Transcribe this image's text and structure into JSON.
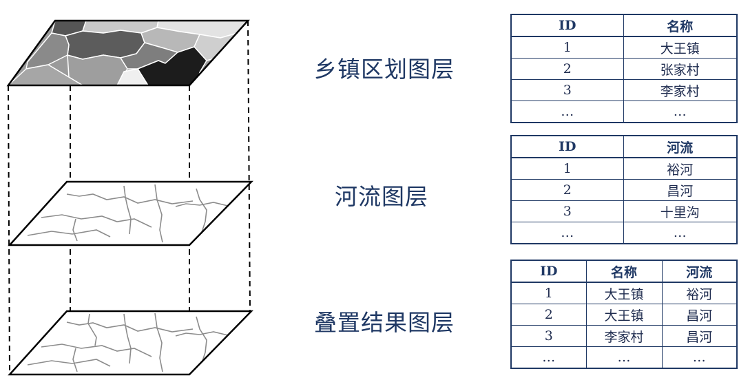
{
  "labels": {
    "township": "乡镇区划图层",
    "river": "河流图层",
    "overlay": "叠置结果图层"
  },
  "tables": {
    "township": {
      "headers": [
        "ID",
        "名称"
      ],
      "rows": [
        [
          "1",
          "大王镇"
        ],
        [
          "2",
          "张家村"
        ],
        [
          "3",
          "李家村"
        ],
        [
          "…",
          "…"
        ]
      ]
    },
    "river": {
      "headers": [
        "ID",
        "河流"
      ],
      "rows": [
        [
          "1",
          "裕河"
        ],
        [
          "2",
          "昌河"
        ],
        [
          "3",
          "十里沟"
        ],
        [
          "…",
          "…"
        ]
      ]
    },
    "overlay": {
      "headers": [
        "ID",
        "名称",
        "河流"
      ],
      "rows": [
        [
          "1",
          "大王镇",
          "裕河"
        ],
        [
          "2",
          "大王镇",
          "昌河"
        ],
        [
          "3",
          "李家村",
          "昌河"
        ],
        [
          "…",
          "…",
          "…"
        ]
      ]
    }
  },
  "colors": {
    "table_border": "#1f3864",
    "label_text": "#1f3864",
    "region_fills": [
      "#555555",
      "#7a7a7a",
      "#9a9a9a",
      "#b5b5b5",
      "#cfcfcf",
      "#e3e3e3",
      "#1c1c1c"
    ]
  }
}
